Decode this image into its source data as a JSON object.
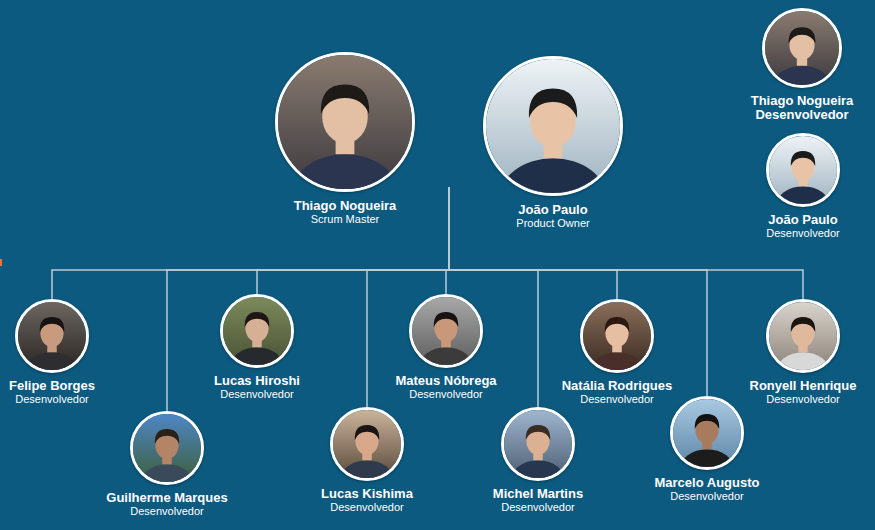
{
  "diagram": {
    "nodes": [
      {
        "text": [
          "Thiago Nogueira",
          "Scrum Master"
        ]
      },
      {
        "text": [
          "João Paulo",
          "Product Owner"
        ]
      },
      {
        "text": [
          "Thiago Nogueira",
          "Desenvolvedor"
        ]
      },
      {
        "text": [
          "João Paulo",
          "Desenvolvedor"
        ]
      },
      {
        "text": [
          "Felipe Borges",
          "Desenvolvedor"
        ]
      },
      {
        "text": [
          "Guilherme Marques",
          "Desenvolvedor"
        ]
      },
      {
        "text": [
          "Lucas Hiroshi",
          "Desenvolvedor"
        ]
      },
      {
        "text": [
          "Lucas Kishima",
          "Desenvolvedor"
        ]
      },
      {
        "text": [
          "Mateus Nóbrega",
          "Desenvolvedor"
        ]
      },
      {
        "text": [
          "Michel Martins",
          "Desenvolvedor"
        ]
      },
      {
        "text": [
          "Natália Rodrigues",
          "Desenvolvedor"
        ]
      },
      {
        "text": [
          "Marcelo Augusto",
          "Desenvolvedor"
        ]
      },
      {
        "text": [
          "Ronyell Henrique",
          "Desenvolvedor"
        ]
      }
    ],
    "edges": [
      {
        "from": 0,
        "to": 4,
        "arrow": "none"
      },
      {
        "from": 0,
        "to": 5,
        "arrow": "none"
      },
      {
        "from": 0,
        "to": 6,
        "arrow": "none"
      },
      {
        "from": 0,
        "to": 7,
        "arrow": "none"
      },
      {
        "from": 0,
        "to": 8,
        "arrow": "none"
      },
      {
        "from": 0,
        "to": 9,
        "arrow": "none"
      },
      {
        "from": 0,
        "to": 10,
        "arrow": "none"
      },
      {
        "from": 0,
        "to": 11,
        "arrow": "none"
      },
      {
        "from": 0,
        "to": 12,
        "arrow": "none"
      }
    ]
  }
}
